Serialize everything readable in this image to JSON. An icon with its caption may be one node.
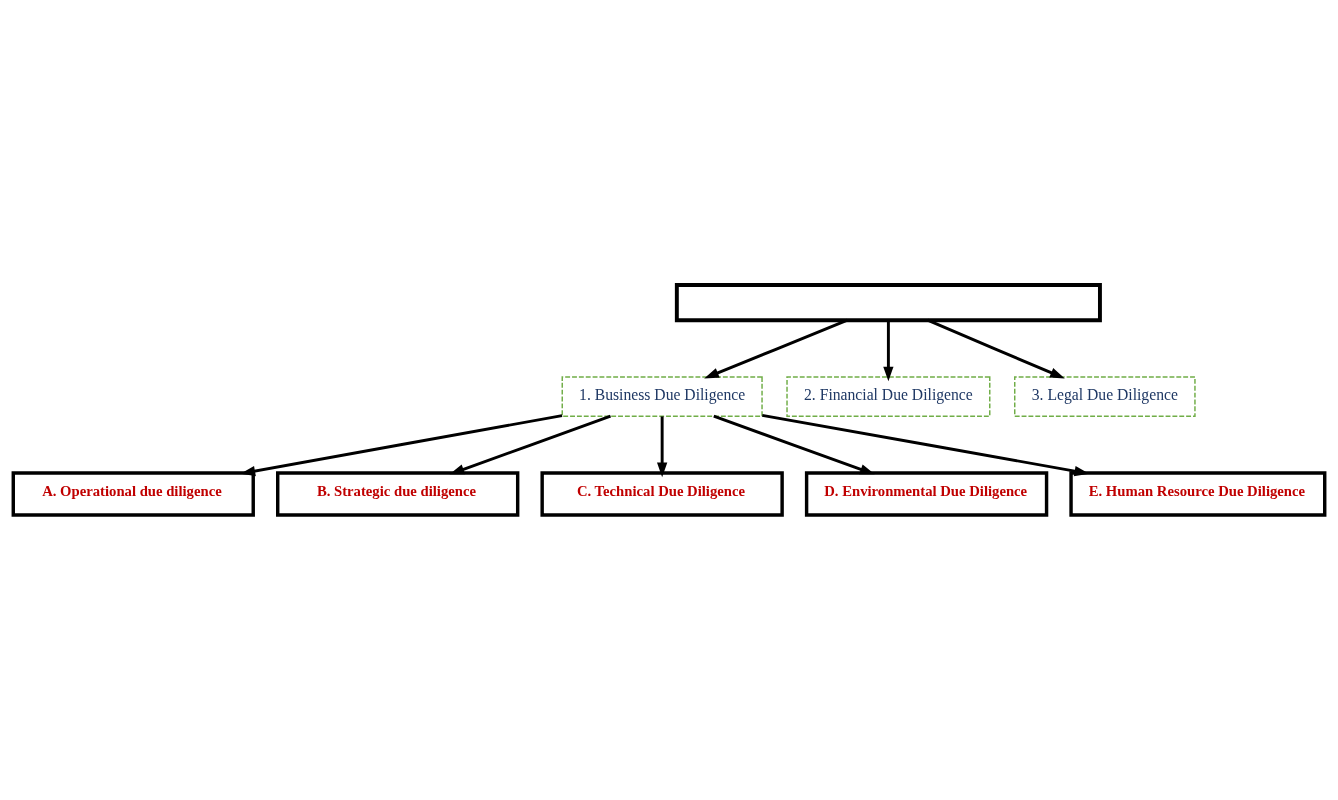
{
  "diagram": {
    "nodes": [
      {
        "text": [],
        "shape": "box"
      },
      {
        "text": [
          "1. Business Due Diligence"
        ]
      },
      {
        "text": [
          "2. Financial Due Diligence"
        ]
      },
      {
        "text": [
          "3. Legal Due Diligence"
        ]
      },
      {
        "text": [
          "A. Operational due diligence"
        ]
      },
      {
        "text": [
          "B. Strategic due diligence"
        ]
      },
      {
        "text": [
          "C. Technical Due Diligence"
        ]
      },
      {
        "text": [
          "D. Environmental Due Diligence"
        ]
      },
      {
        "text": [
          "E. Human Resource Due Diligence"
        ]
      }
    ],
    "edges": [
      {
        "from": 0,
        "to": 1,
        "arrow": "to"
      },
      {
        "from": 0,
        "to": 2,
        "arrow": "to"
      },
      {
        "from": 0,
        "to": 3,
        "arrow": "to"
      },
      {
        "from": 1,
        "to": 4,
        "arrow": "to"
      },
      {
        "from": 1,
        "to": 5,
        "arrow": "to"
      },
      {
        "from": 1,
        "to": 6,
        "arrow": "to"
      },
      {
        "from": 1,
        "to": 7,
        "arrow": "to"
      },
      {
        "from": 1,
        "to": 8,
        "arrow": "to"
      }
    ]
  }
}
